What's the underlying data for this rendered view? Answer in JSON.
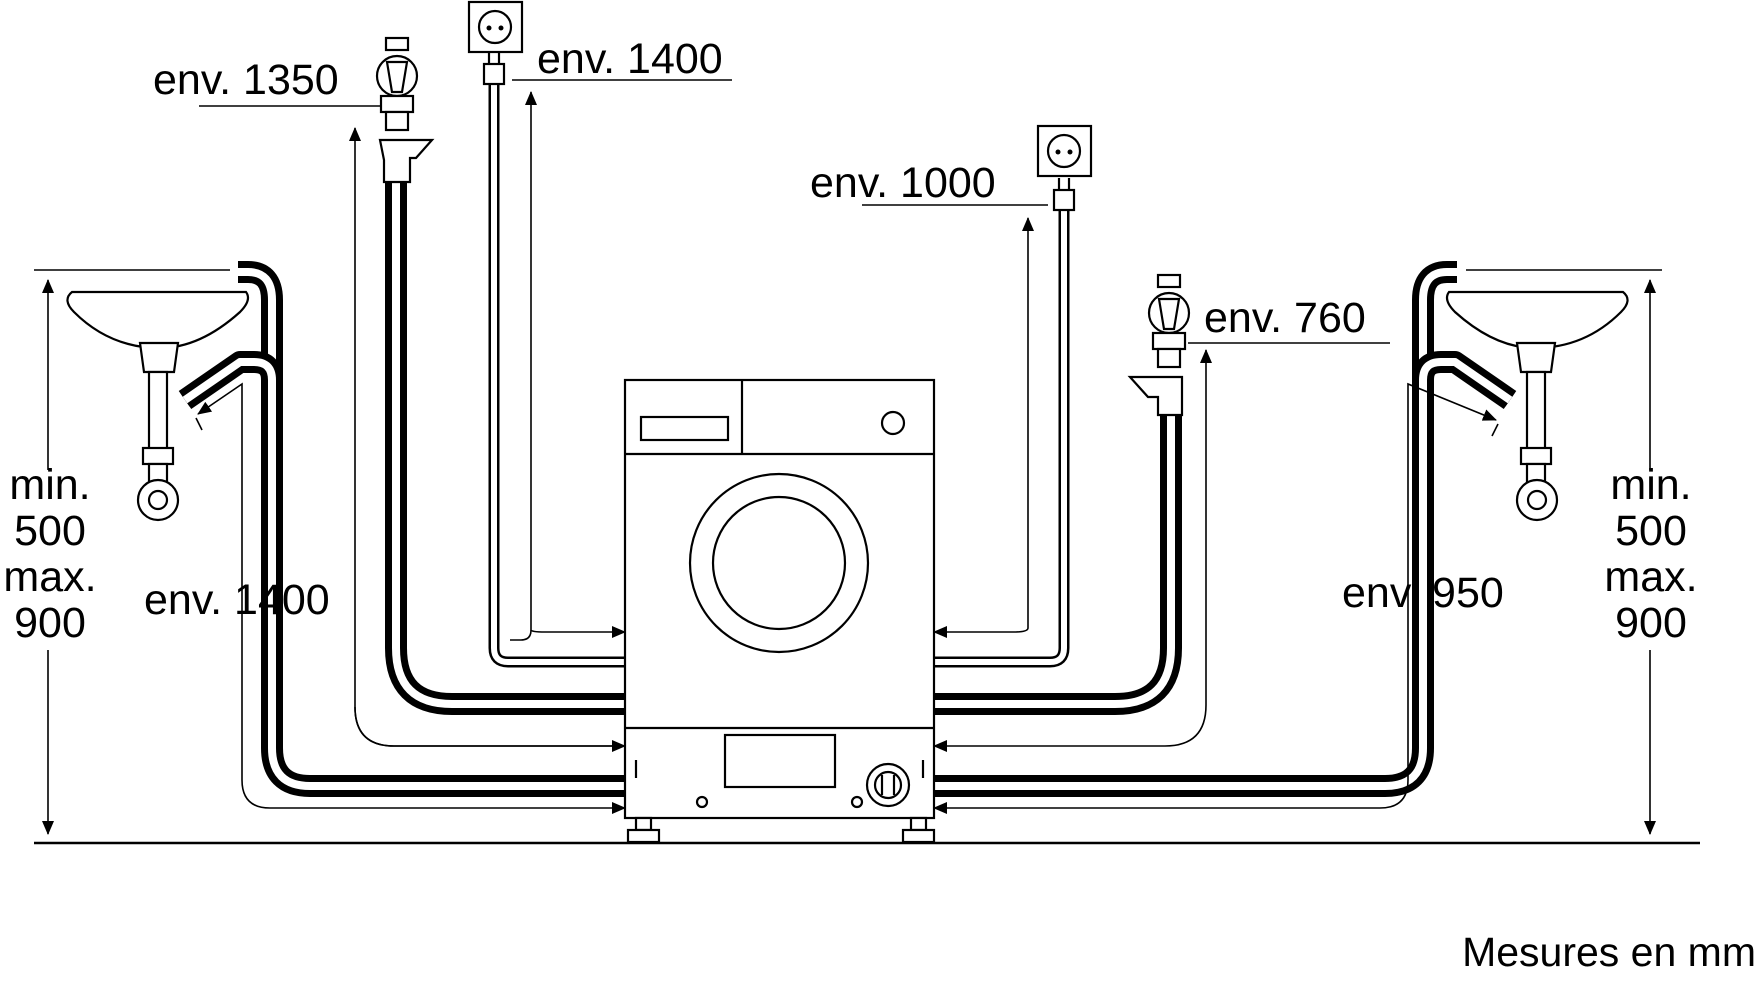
{
  "labels": {
    "water_left": "env. 1350",
    "power_left": "env. 1400",
    "power_right": "env. 1000",
    "water_right": "env. 760",
    "drain_left": "env. 1400",
    "drain_right": "env. 950",
    "height_left": [
      "min.",
      "500",
      "max.",
      "900"
    ],
    "height_right": [
      "min.",
      "500",
      "max.",
      "900"
    ],
    "units_note": "Mesures en mm"
  }
}
